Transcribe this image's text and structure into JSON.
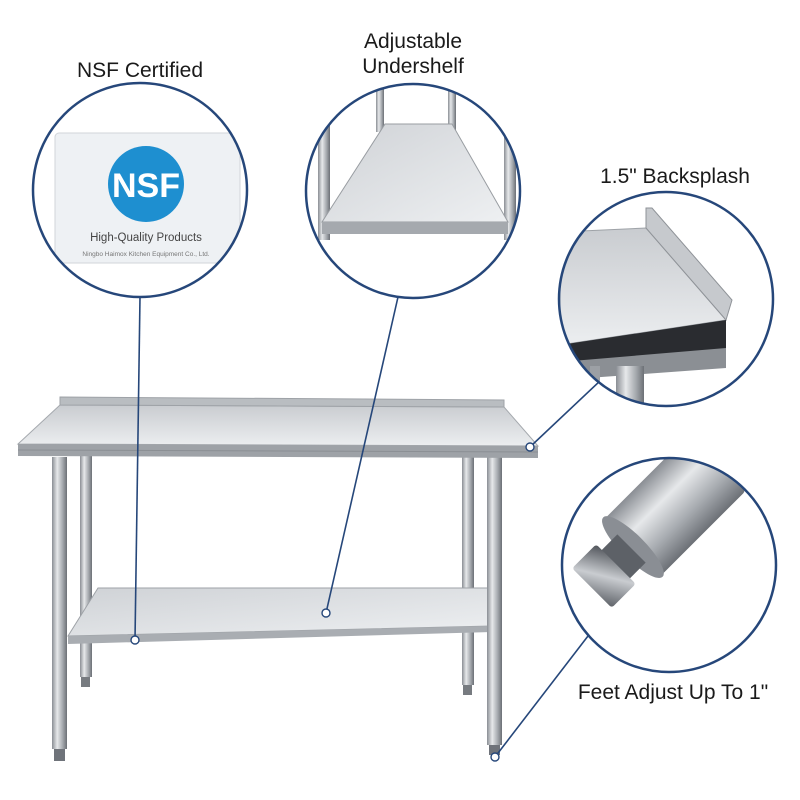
{
  "callouts": {
    "nsf": {
      "label": "NSF Certified",
      "badge_logo": "NSF",
      "badge_tagline": "High-Quality Products",
      "badge_maker": "Ningbo Haimox Kitchen Equipment Co., Ltd."
    },
    "undershelf": {
      "label_line1": "Adjustable",
      "label_line2": "Undershelf"
    },
    "backsplash": {
      "label": "1.5\" Backsplash"
    },
    "feet": {
      "label": "Feet Adjust Up To 1\""
    }
  },
  "colors": {
    "callout_ring": "#26477a",
    "nsf_blue": "#1e8fd0",
    "steel_light": "#d9dbde",
    "steel_dark": "#6f737a"
  }
}
